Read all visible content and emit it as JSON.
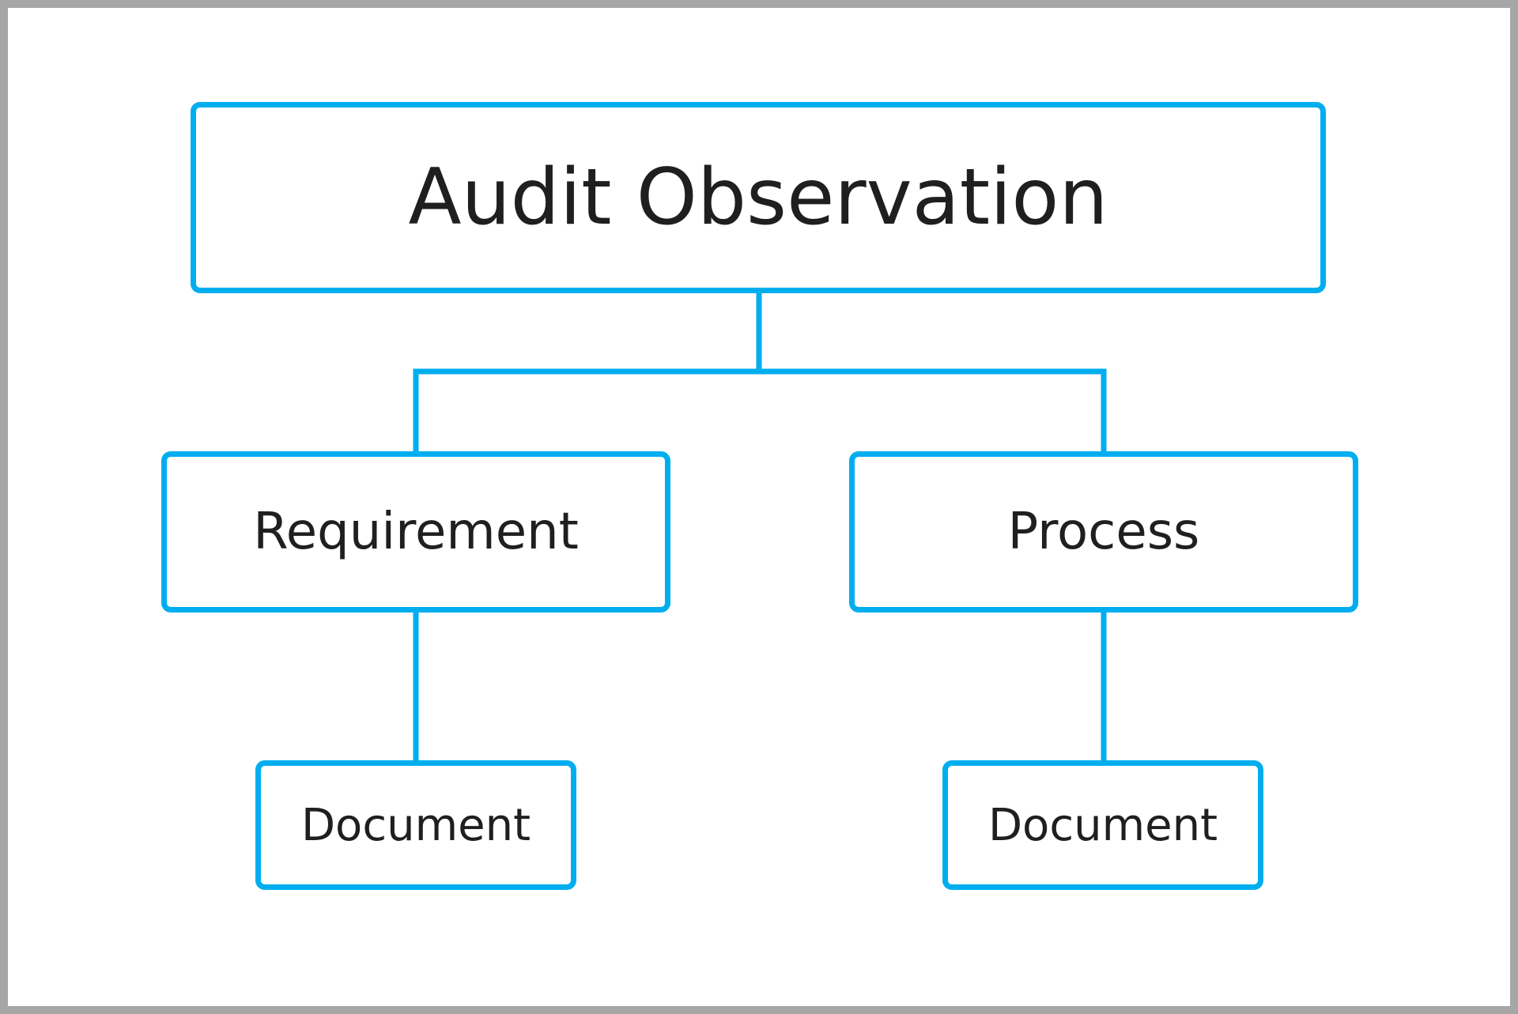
{
  "diagram": {
    "root": {
      "label": "Audit Observation"
    },
    "children": [
      {
        "label": "Requirement",
        "children": [
          {
            "label": "Document"
          }
        ]
      },
      {
        "label": "Process",
        "children": [
          {
            "label": "Document"
          }
        ]
      }
    ]
  },
  "colors": {
    "node_border": "#00aeef",
    "connector": "#00aeef",
    "text": "#1f1f1f",
    "frame_border": "#a6a6a6",
    "background": "#ffffff"
  }
}
